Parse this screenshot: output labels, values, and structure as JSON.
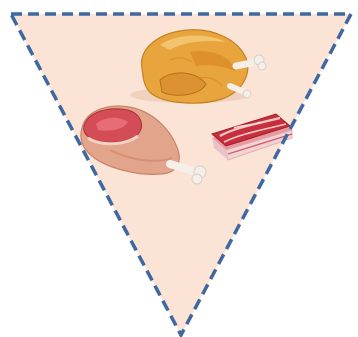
{
  "figure": {
    "shape": "inverted-triangle",
    "fill_color": "#fbe3d6",
    "border_color": "#3f67a0",
    "border_style": "dashed"
  },
  "items": [
    {
      "name": "roast-chicken",
      "icon": "roast-chicken-icon"
    },
    {
      "name": "ham",
      "icon": "ham-icon"
    },
    {
      "name": "bacon",
      "icon": "bacon-icon"
    }
  ]
}
